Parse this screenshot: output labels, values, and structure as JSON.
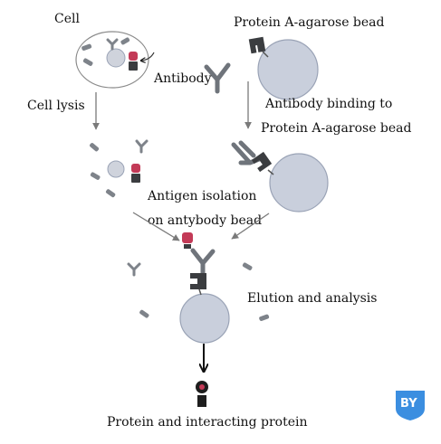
{
  "labels": {
    "cell": "Cell",
    "protein_a_bead": "Protein A-agarose bead",
    "antibody": "Antibody",
    "cell_lysis": "Cell lysis",
    "binding_line1": "Antibody binding to",
    "binding_line2": "Protein A-agarose bead",
    "antigen_line1": "Antigen isolation",
    "antigen_line2": "on antybody bead",
    "elution": "Elution and analysis",
    "result": "Protein and interacting protein"
  },
  "logo": {
    "text": "BY"
  },
  "colors": {
    "bead": "#c9cfdc",
    "antigen": "#c33a57",
    "protein_a": "#3b3d40",
    "antibody": "#6f747b",
    "logo": "#3b8ee0"
  }
}
